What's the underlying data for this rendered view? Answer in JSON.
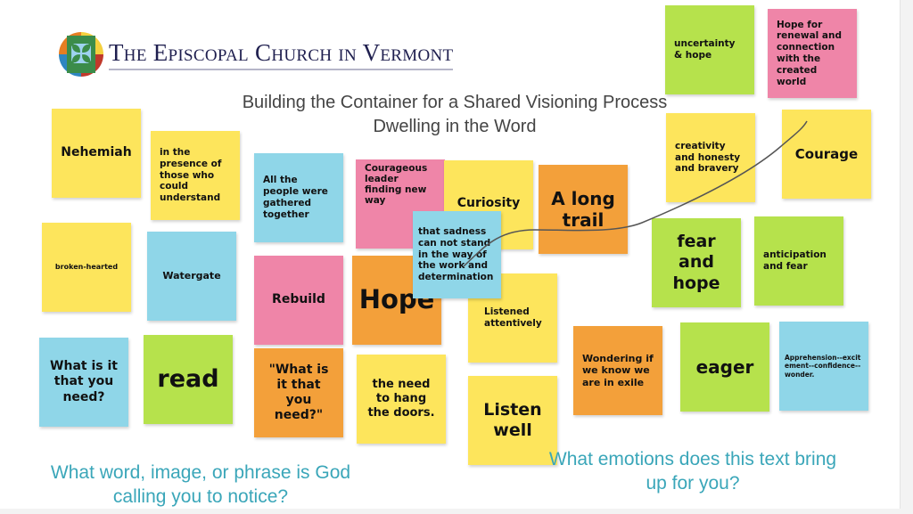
{
  "header": {
    "logo_text": "The Episcopal Church in Vermont",
    "title_line1": "Building the Container for a Shared Visioning Process",
    "title_line2": "Dwelling in the Word"
  },
  "colors": {
    "yellow": "#fde55c",
    "pink": "#ef85a8",
    "blue": "#8fd6e8",
    "orange": "#f3a03a",
    "green": "#b6e24c",
    "prompt": "#3aa6b9"
  },
  "notes": [
    {
      "text": "Nehemiah",
      "color": "yellow"
    },
    {
      "text": "in the presence of those who could understand",
      "color": "yellow"
    },
    {
      "text": "All the people were gathered together",
      "color": "blue"
    },
    {
      "text": "Courageous leader finding new way",
      "color": "pink"
    },
    {
      "text": "Curiosity",
      "color": "yellow"
    },
    {
      "text": "A long trail",
      "color": "orange"
    },
    {
      "text": "broken-hearted",
      "color": "yellow"
    },
    {
      "text": "Watergate",
      "color": "blue"
    },
    {
      "text": "Rebuild",
      "color": "pink"
    },
    {
      "text": "Hope",
      "color": "orange"
    },
    {
      "text": "Listened attentively",
      "color": "yellow"
    },
    {
      "text": "that sadness can not stand in the way of the work and determination",
      "color": "blue"
    },
    {
      "text": "What is it that you need?",
      "color": "blue"
    },
    {
      "text": "read",
      "color": "green"
    },
    {
      "text": "\"What is it that you need?\"",
      "color": "orange"
    },
    {
      "text": "the need to hang the doors.",
      "color": "yellow"
    },
    {
      "text": "Listen well",
      "color": "yellow"
    },
    {
      "text": "uncertainty & hope",
      "color": "green"
    },
    {
      "text": "Hope for renewal and connection with the created world",
      "color": "pink"
    },
    {
      "text": "creativity and honesty and bravery",
      "color": "yellow"
    },
    {
      "text": "Courage",
      "color": "yellow"
    },
    {
      "text": "fear and hope",
      "color": "green"
    },
    {
      "text": "anticipation and fear",
      "color": "green"
    },
    {
      "text": "Wondering if we know we are in exile",
      "color": "orange"
    },
    {
      "text": "eager",
      "color": "green"
    },
    {
      "text": "Apprehension--excitement--confidence--wonder.",
      "color": "blue"
    }
  ],
  "prompts": {
    "left": "What word, image, or phrase is God calling you to notice?",
    "right": "What emotions does this text bring up for you?"
  }
}
